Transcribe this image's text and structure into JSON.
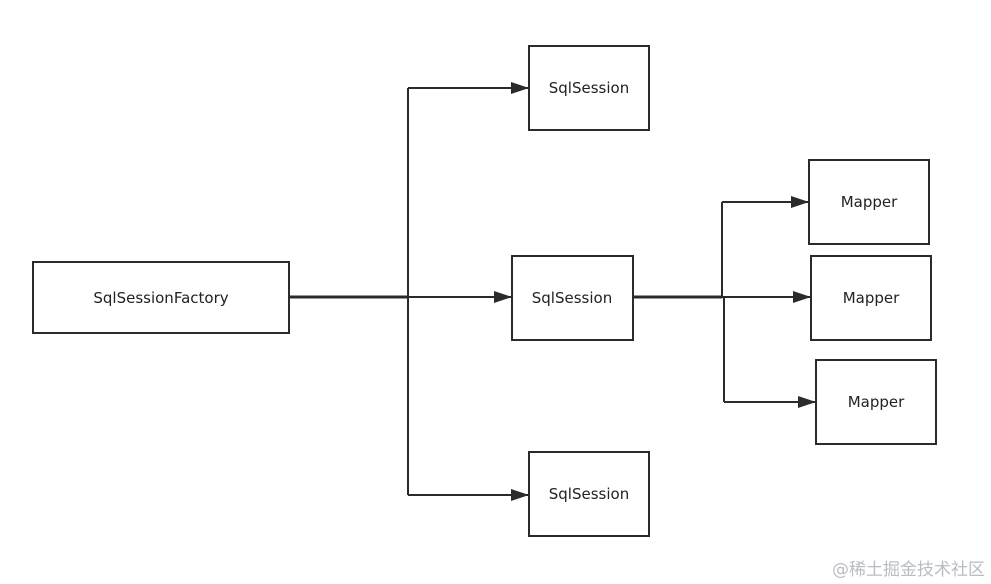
{
  "diagram": {
    "nodes": {
      "factory": "SqlSessionFactory",
      "session_top": "SqlSession",
      "session_middle": "SqlSession",
      "session_bottom": "SqlSession",
      "mapper_1": "Mapper",
      "mapper_2": "Mapper",
      "mapper_3": "Mapper"
    },
    "colors": {
      "stroke": "#2b2b2b",
      "text": "#222222",
      "watermark": "#b8bcc4"
    }
  },
  "watermark": "@稀土掘金技术社区"
}
